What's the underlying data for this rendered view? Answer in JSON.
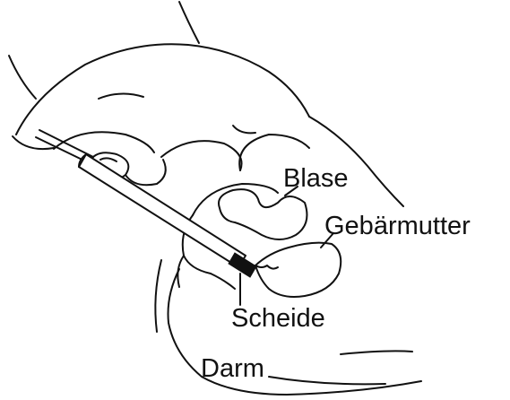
{
  "diagram": {
    "labels": {
      "blase": "Blase",
      "gebaermutter": "Gebärmutter",
      "scheide": "Scheide",
      "darm": "Darm"
    },
    "colors": {
      "ink": "#111111",
      "background": "#ffffff"
    }
  }
}
